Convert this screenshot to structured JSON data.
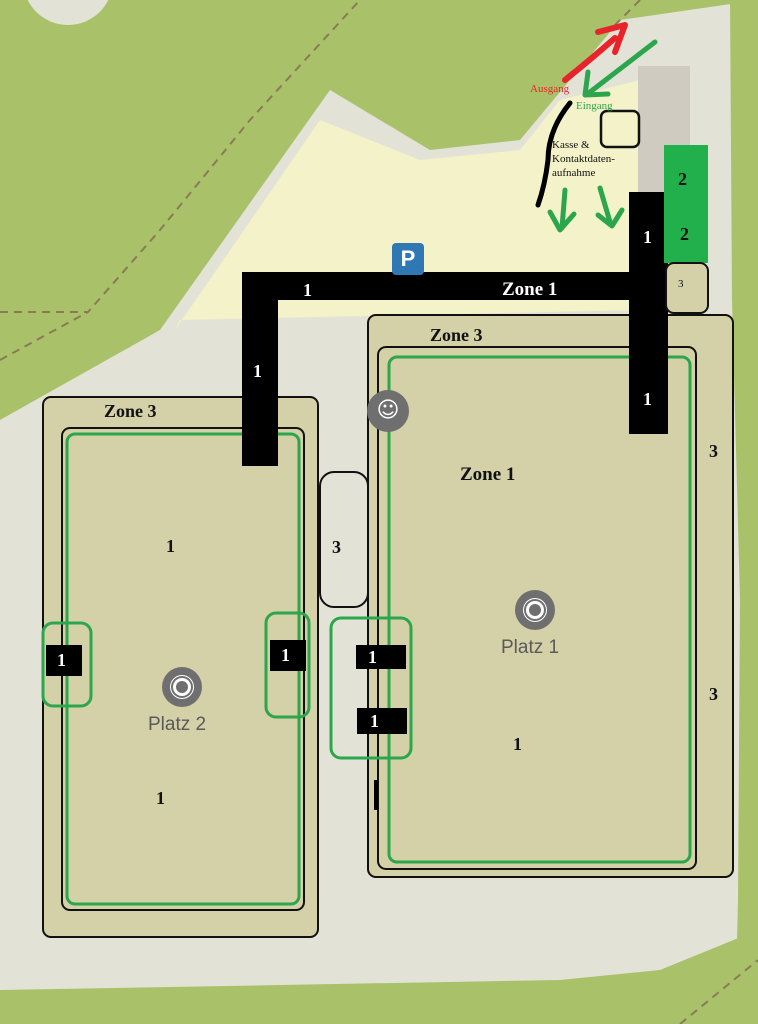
{
  "map": {
    "colors": {
      "grass": "#a9c26a",
      "path_area": "#e3e2d6",
      "parking_area": "#f4f2c9",
      "field": "#d4d0a8",
      "zone_bar": "#000000",
      "green_outline": "#2ca64c",
      "green_block": "#22b04c",
      "exit_arrow": "#e8232a",
      "entry_arrow": "#2ca64c"
    },
    "labels": {
      "ausgang": "Ausgang",
      "eingang": "Eingang",
      "kasse": [
        "Kasse &",
        "Kontaktdaten-",
        "aufnahme"
      ]
    },
    "zones": {
      "zone1_top": "Zone 1",
      "zone3_right": "Zone 3",
      "zone3_left": "Zone 3",
      "zone1_field": "Zone 1"
    },
    "numbers": {
      "n1": "1",
      "n2": "2",
      "n3": "3"
    },
    "pitches": {
      "platz1": "Platz 1",
      "platz2": "Platz 2"
    },
    "icons": {
      "parking": "P",
      "playground": "playground-icon",
      "pitch": "soccer-ball-icon"
    }
  }
}
